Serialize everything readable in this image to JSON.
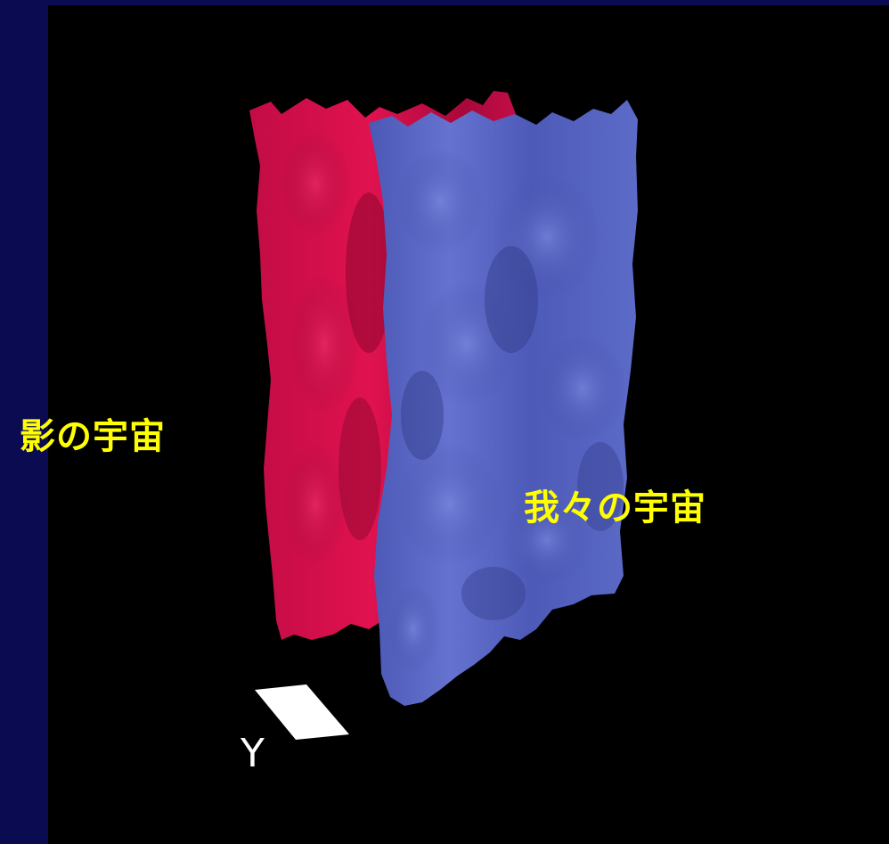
{
  "labels": {
    "shadow_universe": "影の宇宙",
    "our_universe": "我々の宇宙",
    "axis": "Y"
  },
  "colors": {
    "frame_background": "#0b0b52",
    "viewport_background": "#000000",
    "shadow_universe_surface": "#d4104a",
    "our_universe_surface": "#5a68c8",
    "label_text": "#ffff00",
    "axis_text": "#ffffff"
  },
  "icons": {
    "axis_marker": "axis-plane-icon"
  }
}
